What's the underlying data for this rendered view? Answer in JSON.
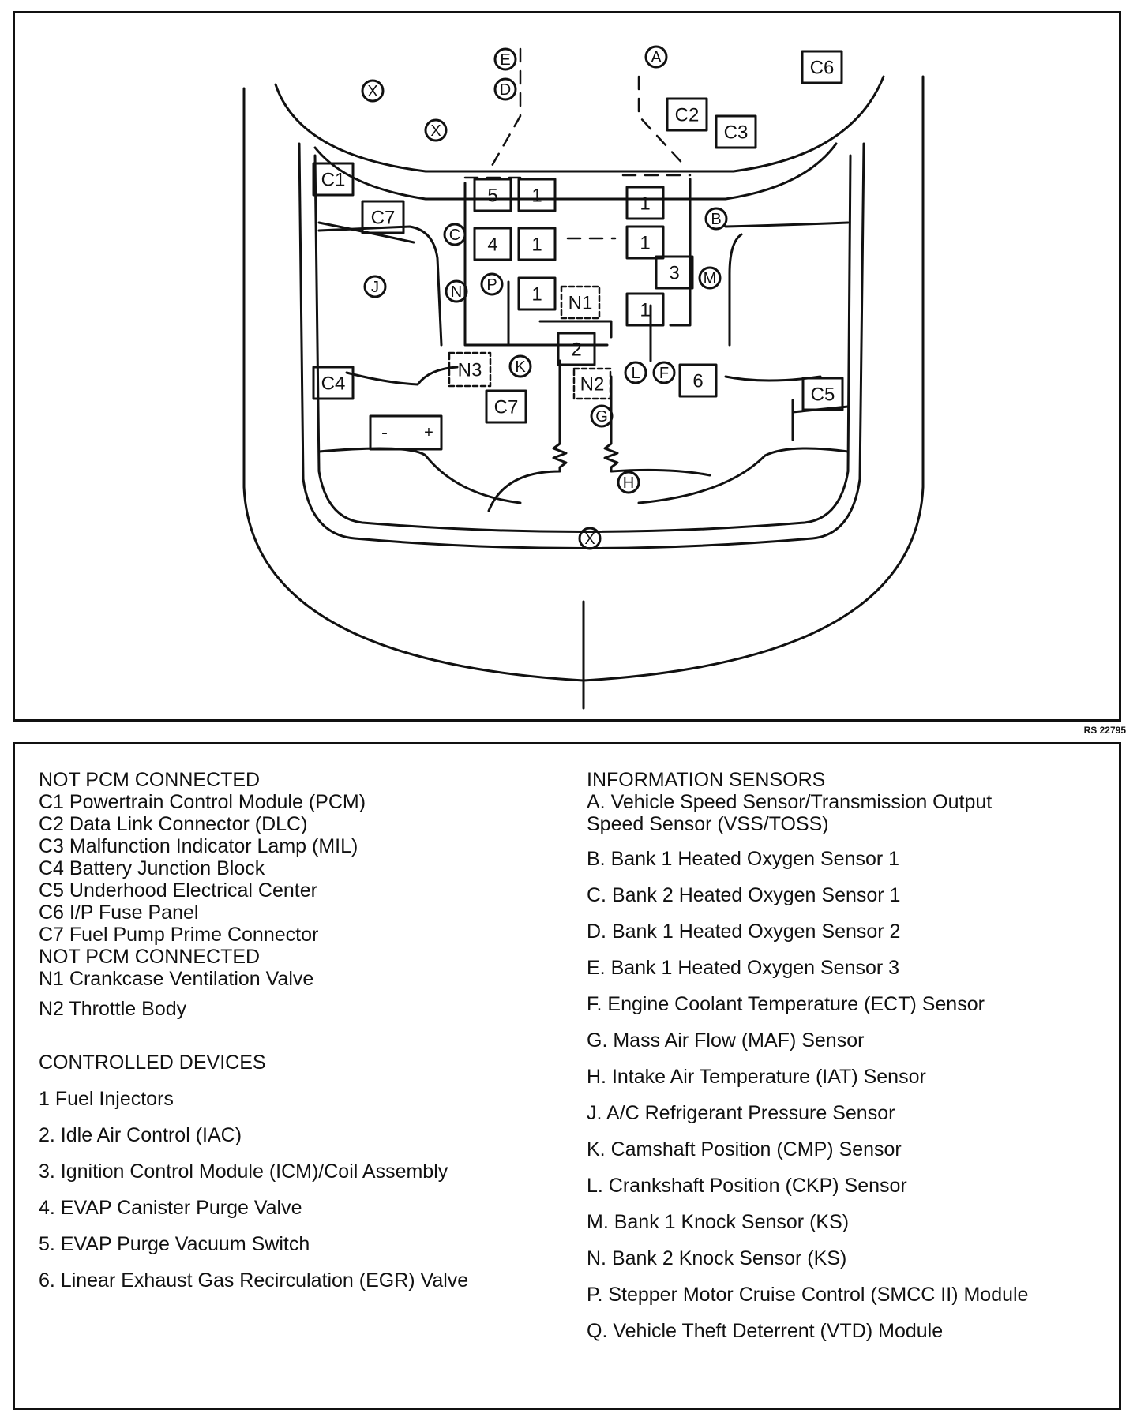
{
  "reference_code": "RS 22795",
  "diagram": {
    "callouts": {
      "E": "E",
      "D": "D",
      "A": "A",
      "B": "B",
      "C": "C",
      "M": "M",
      "N": "N",
      "P": "P",
      "J": "J",
      "K": "K",
      "L": "L",
      "F": "F",
      "G": "G",
      "H": "H",
      "X": "X"
    },
    "boxes": {
      "C1": "C1",
      "C2": "C2",
      "C3": "C3",
      "C4": "C4",
      "C5": "C5",
      "C6": "C6",
      "C7": "C7",
      "N1": "N1",
      "N2": "N2",
      "N3": "N3",
      "d1": "1",
      "d2": "2",
      "d3": "3",
      "d4": "4",
      "d5": "5",
      "d6": "6"
    },
    "battery": {
      "minus": "-",
      "plus": "+"
    }
  },
  "legend": {
    "left": [
      "NOT PCM CONNECTED",
      "C1 Powertrain Control Module (PCM)",
      "C2 Data Link Connector (DLC)",
      "C3 Malfunction Indicator Lamp (MIL)",
      "C4 Battery Junction Block",
      "C5 Underhood Electrical Center",
      "C6 I/P Fuse Panel",
      "C7 Fuel Pump Prime Connector",
      "NOT PCM CONNECTED",
      "N1 Crankcase Ventilation Valve",
      "N2 Throttle Body",
      "CONTROLLED DEVICES",
      "1 Fuel Injectors",
      "2. Idle Air Control (IAC)",
      "3. Ignition Control Module (ICM)/Coil Assembly",
      "4. EVAP Canister Purge Valve",
      "5. EVAP Purge Vacuum Switch",
      "6. Linear Exhaust Gas Recirculation (EGR) Valve"
    ],
    "right": [
      "INFORMATION SENSORS",
      "A. Vehicle Speed Sensor/Transmission Output",
      "Speed Sensor (VSS/TOSS)",
      "B. Bank 1 Heated Oxygen Sensor 1",
      "C. Bank 2 Heated Oxygen Sensor 1",
      "D. Bank 1 Heated Oxygen Sensor 2",
      "E. Bank 1 Heated Oxygen Sensor 3",
      "F. Engine Coolant Temperature (ECT) Sensor",
      "G. Mass Air Flow (MAF) Sensor",
      "H. Intake Air Temperature (IAT) Sensor",
      "J. A/C Refrigerant Pressure Sensor",
      "K. Camshaft Position (CMP) Sensor",
      "L. Crankshaft Position (CKP) Sensor",
      "M. Bank 1 Knock Sensor (KS)",
      "N. Bank 2 Knock Sensor (KS)",
      "P. Stepper Motor Cruise Control (SMCC II) Module",
      "Q. Vehicle Theft Deterrent (VTD) Module"
    ]
  }
}
